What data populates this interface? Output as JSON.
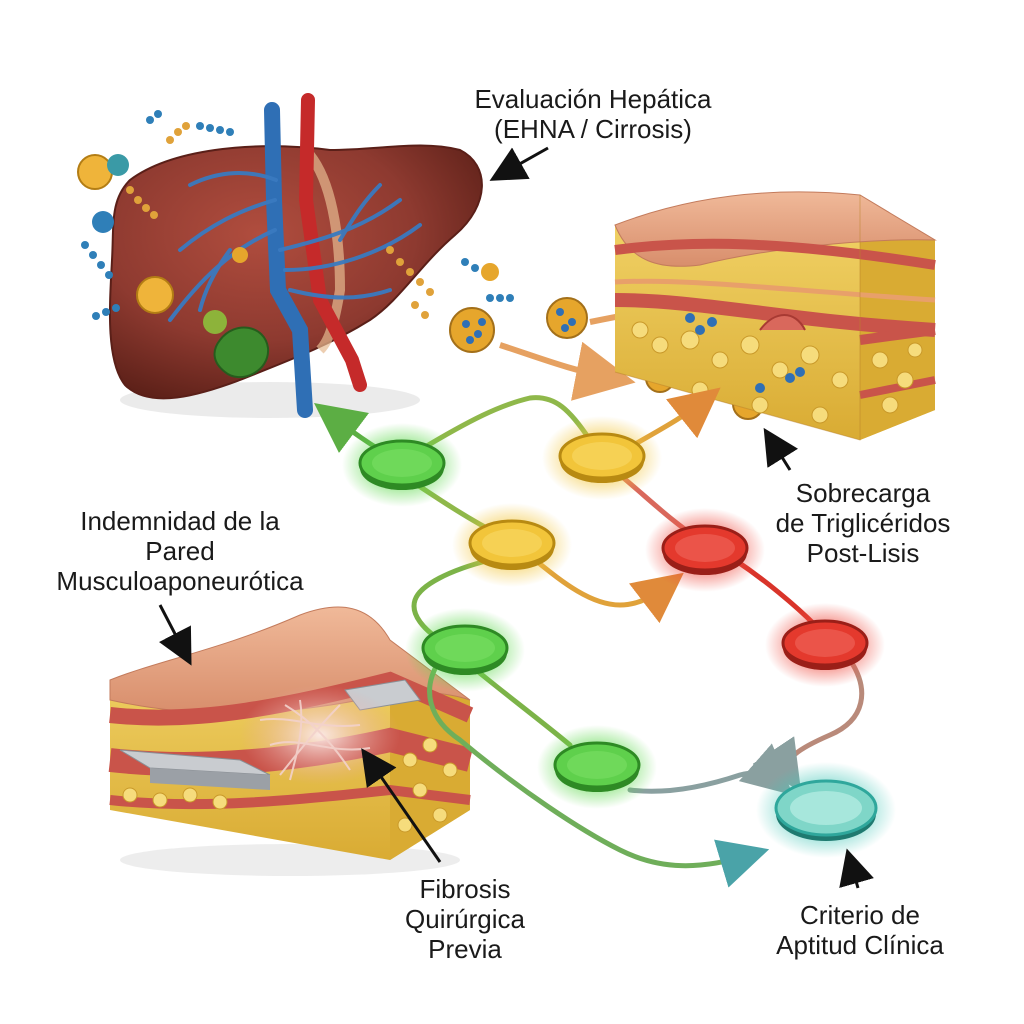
{
  "labels": {
    "liver": {
      "line1": "Evaluación Hepática",
      "line2": "(EHNA / Cirrosis)"
    },
    "triglycerides": {
      "line1": "Sobrecarga",
      "line2": "de Triglicéridos",
      "line3": "Post-Lisis"
    },
    "abdominal_wall": {
      "line1": "Indemnidad de la",
      "line2": "Pared",
      "line3": "Musculoaponeurótica"
    },
    "fibrosis": {
      "line1": "Fibrosis",
      "line2": "Quirúrgica",
      "line3": "Previa"
    },
    "criterion": {
      "line1": "Criterio de",
      "line2": "Aptitud Clínica"
    }
  },
  "nodes": [
    {
      "id": "n1",
      "status": "green"
    },
    {
      "id": "n2",
      "status": "yellow"
    },
    {
      "id": "n3",
      "status": "yellow"
    },
    {
      "id": "n4",
      "status": "red"
    },
    {
      "id": "n5",
      "status": "green"
    },
    {
      "id": "n6",
      "status": "red"
    },
    {
      "id": "n7",
      "status": "green"
    },
    {
      "id": "n8",
      "status": "teal"
    }
  ],
  "colors": {
    "green": "#46b83a",
    "yellow": "#e6b21f",
    "red": "#d9342a",
    "teal": "#2fa79c",
    "liver": "#8e3a30",
    "vein_blue": "#2f6fb5",
    "artery_red": "#c52a2a",
    "fat_yellow": "#eccb55",
    "muscle_red": "#c9544a",
    "skin": "#e7a887"
  }
}
